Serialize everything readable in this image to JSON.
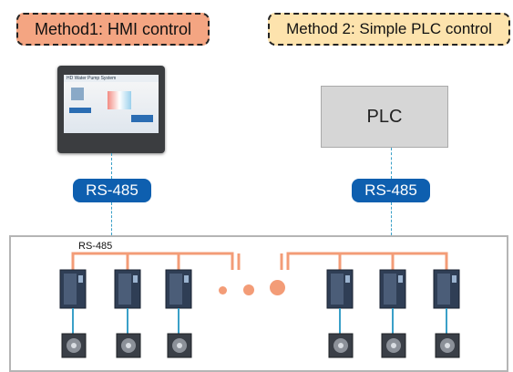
{
  "methods": {
    "method1": "Method1: HMI control",
    "method2": "Method 2: Simple PLC control"
  },
  "hmi": {
    "screen_title": "HD Water Pump System"
  },
  "plc": {
    "label": "PLC"
  },
  "links": {
    "left_badge": "RS-485",
    "right_badge": "RS-485"
  },
  "bus": {
    "label": "RS-485"
  },
  "colors": {
    "method1_fill": "#f4a582",
    "method2_fill": "#fde3ad",
    "badge": "#0e5faf",
    "bus_line": "#f39c77",
    "link_line": "#3aa0c8"
  }
}
